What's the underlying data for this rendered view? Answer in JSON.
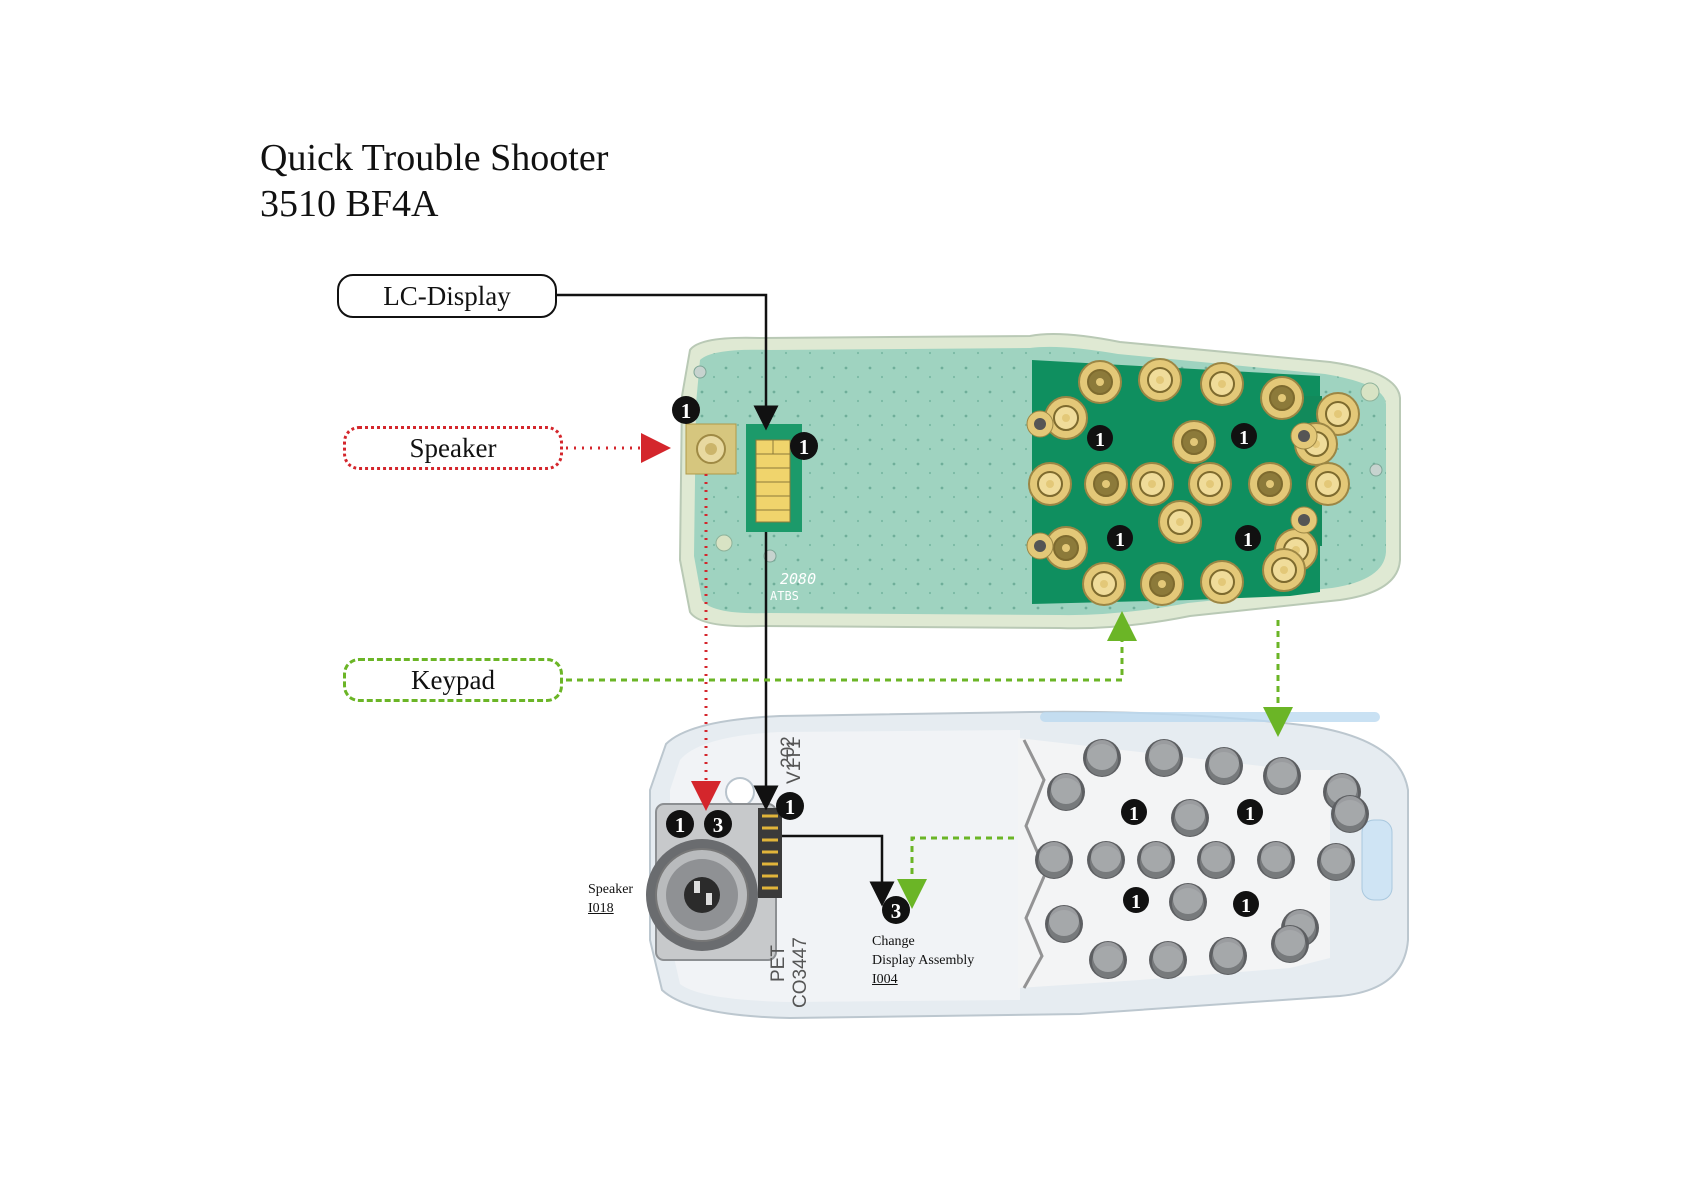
{
  "header": {
    "title_line1": "Quick Trouble Shooter",
    "title_line2": "3510 BF4A"
  },
  "labels": {
    "lc_display": "LC-Display",
    "speaker": "Speaker",
    "keypad": "Keypad"
  },
  "speaker_part": {
    "name": "Speaker",
    "ref": "I018"
  },
  "display_assembly": {
    "line1": "Change",
    "line2": "Display Assembly",
    "ref": "I004"
  },
  "markers": {
    "one": "1",
    "three": "3"
  },
  "silkscreen": {
    "pcb_code": "2080",
    "pcb_code2": "ATBS",
    "frame_text1": "202",
    "frame_text2": "V1T1",
    "frame_text3": "PET",
    "frame_text4": "CO3447"
  },
  "colors": {
    "pcb": "#9fd3c0",
    "pcb_edge": "#dfe9d3",
    "keypad_area": "#0f8f5f",
    "gold": "#e3c878",
    "frame": "#e8eef3",
    "dome": "#f2f3f4",
    "speaker_line": "#d4262c",
    "keypad_line": "#6bb526",
    "display_line": "#111111"
  }
}
